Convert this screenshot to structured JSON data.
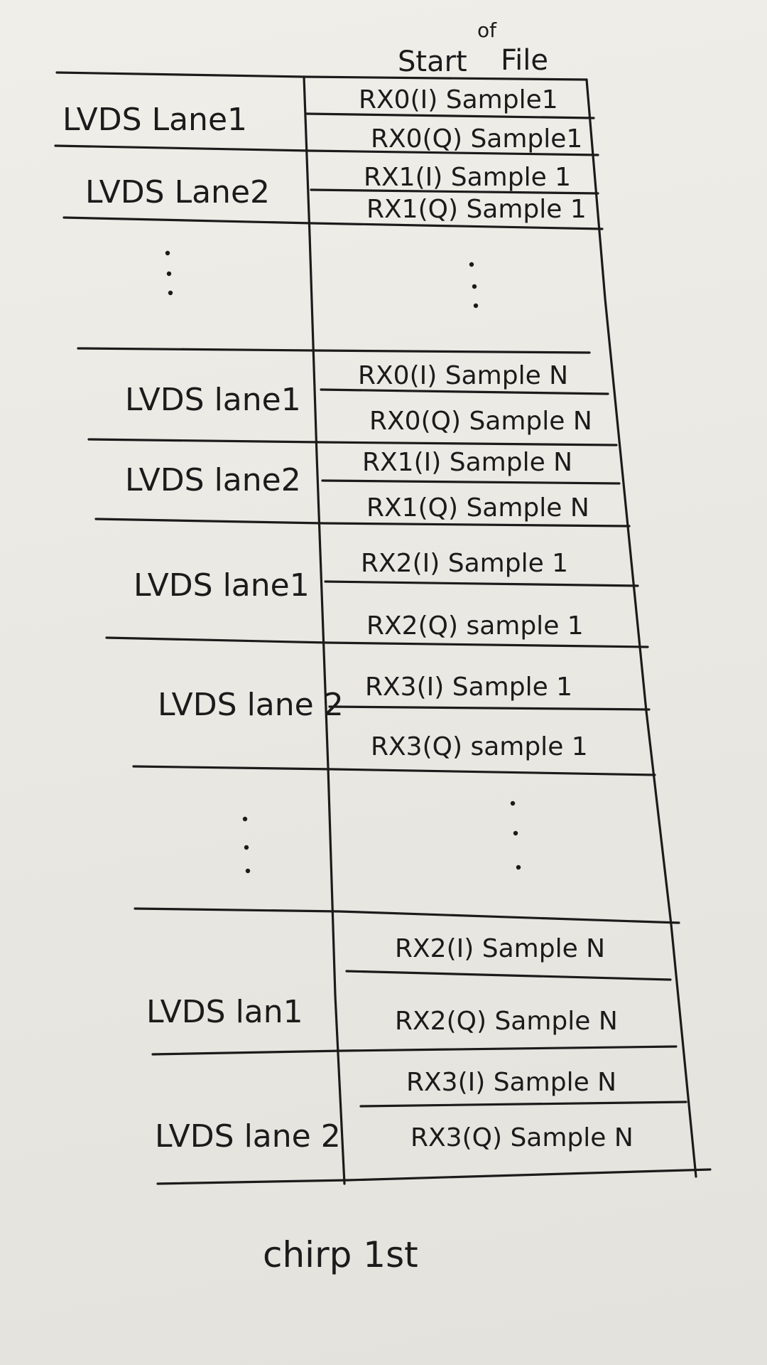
{
  "header": {
    "start": "Start",
    "of": "of",
    "file": "File"
  },
  "footer": {
    "caption": "chirp 1st"
  },
  "groups": [
    {
      "lane": "LVDS Lane1",
      "cells": [
        "RX0(I) Sample1",
        "RX0(Q) Sample1"
      ]
    },
    {
      "lane": "LVDS Lane2",
      "cells": [
        "RX1(I) Sample 1",
        "RX1(Q) Sample 1"
      ]
    },
    {
      "lane": "LVDS lane1",
      "cells": [
        "RX0(I) Sample N",
        "RX0(Q) Sample N"
      ]
    },
    {
      "lane": "LVDS lane2",
      "cells": [
        "RX1(I) Sample N",
        "RX1(Q) Sample N"
      ]
    },
    {
      "lane": "LVDS lane1",
      "cells": [
        "RX2(I) Sample 1",
        "RX2(Q) sample 1"
      ]
    },
    {
      "lane": "LVDS lane 2",
      "cells": [
        "RX3(I) Sample 1",
        "RX3(Q) sample 1"
      ]
    },
    {
      "lane": "LVDS lan1",
      "cells": [
        "RX2(I) Sample N",
        "RX2(Q) Sample N"
      ]
    },
    {
      "lane": "LVDS lane 2",
      "cells": [
        "RX3(I) Sample N",
        "RX3(Q) Sample N"
      ]
    }
  ]
}
